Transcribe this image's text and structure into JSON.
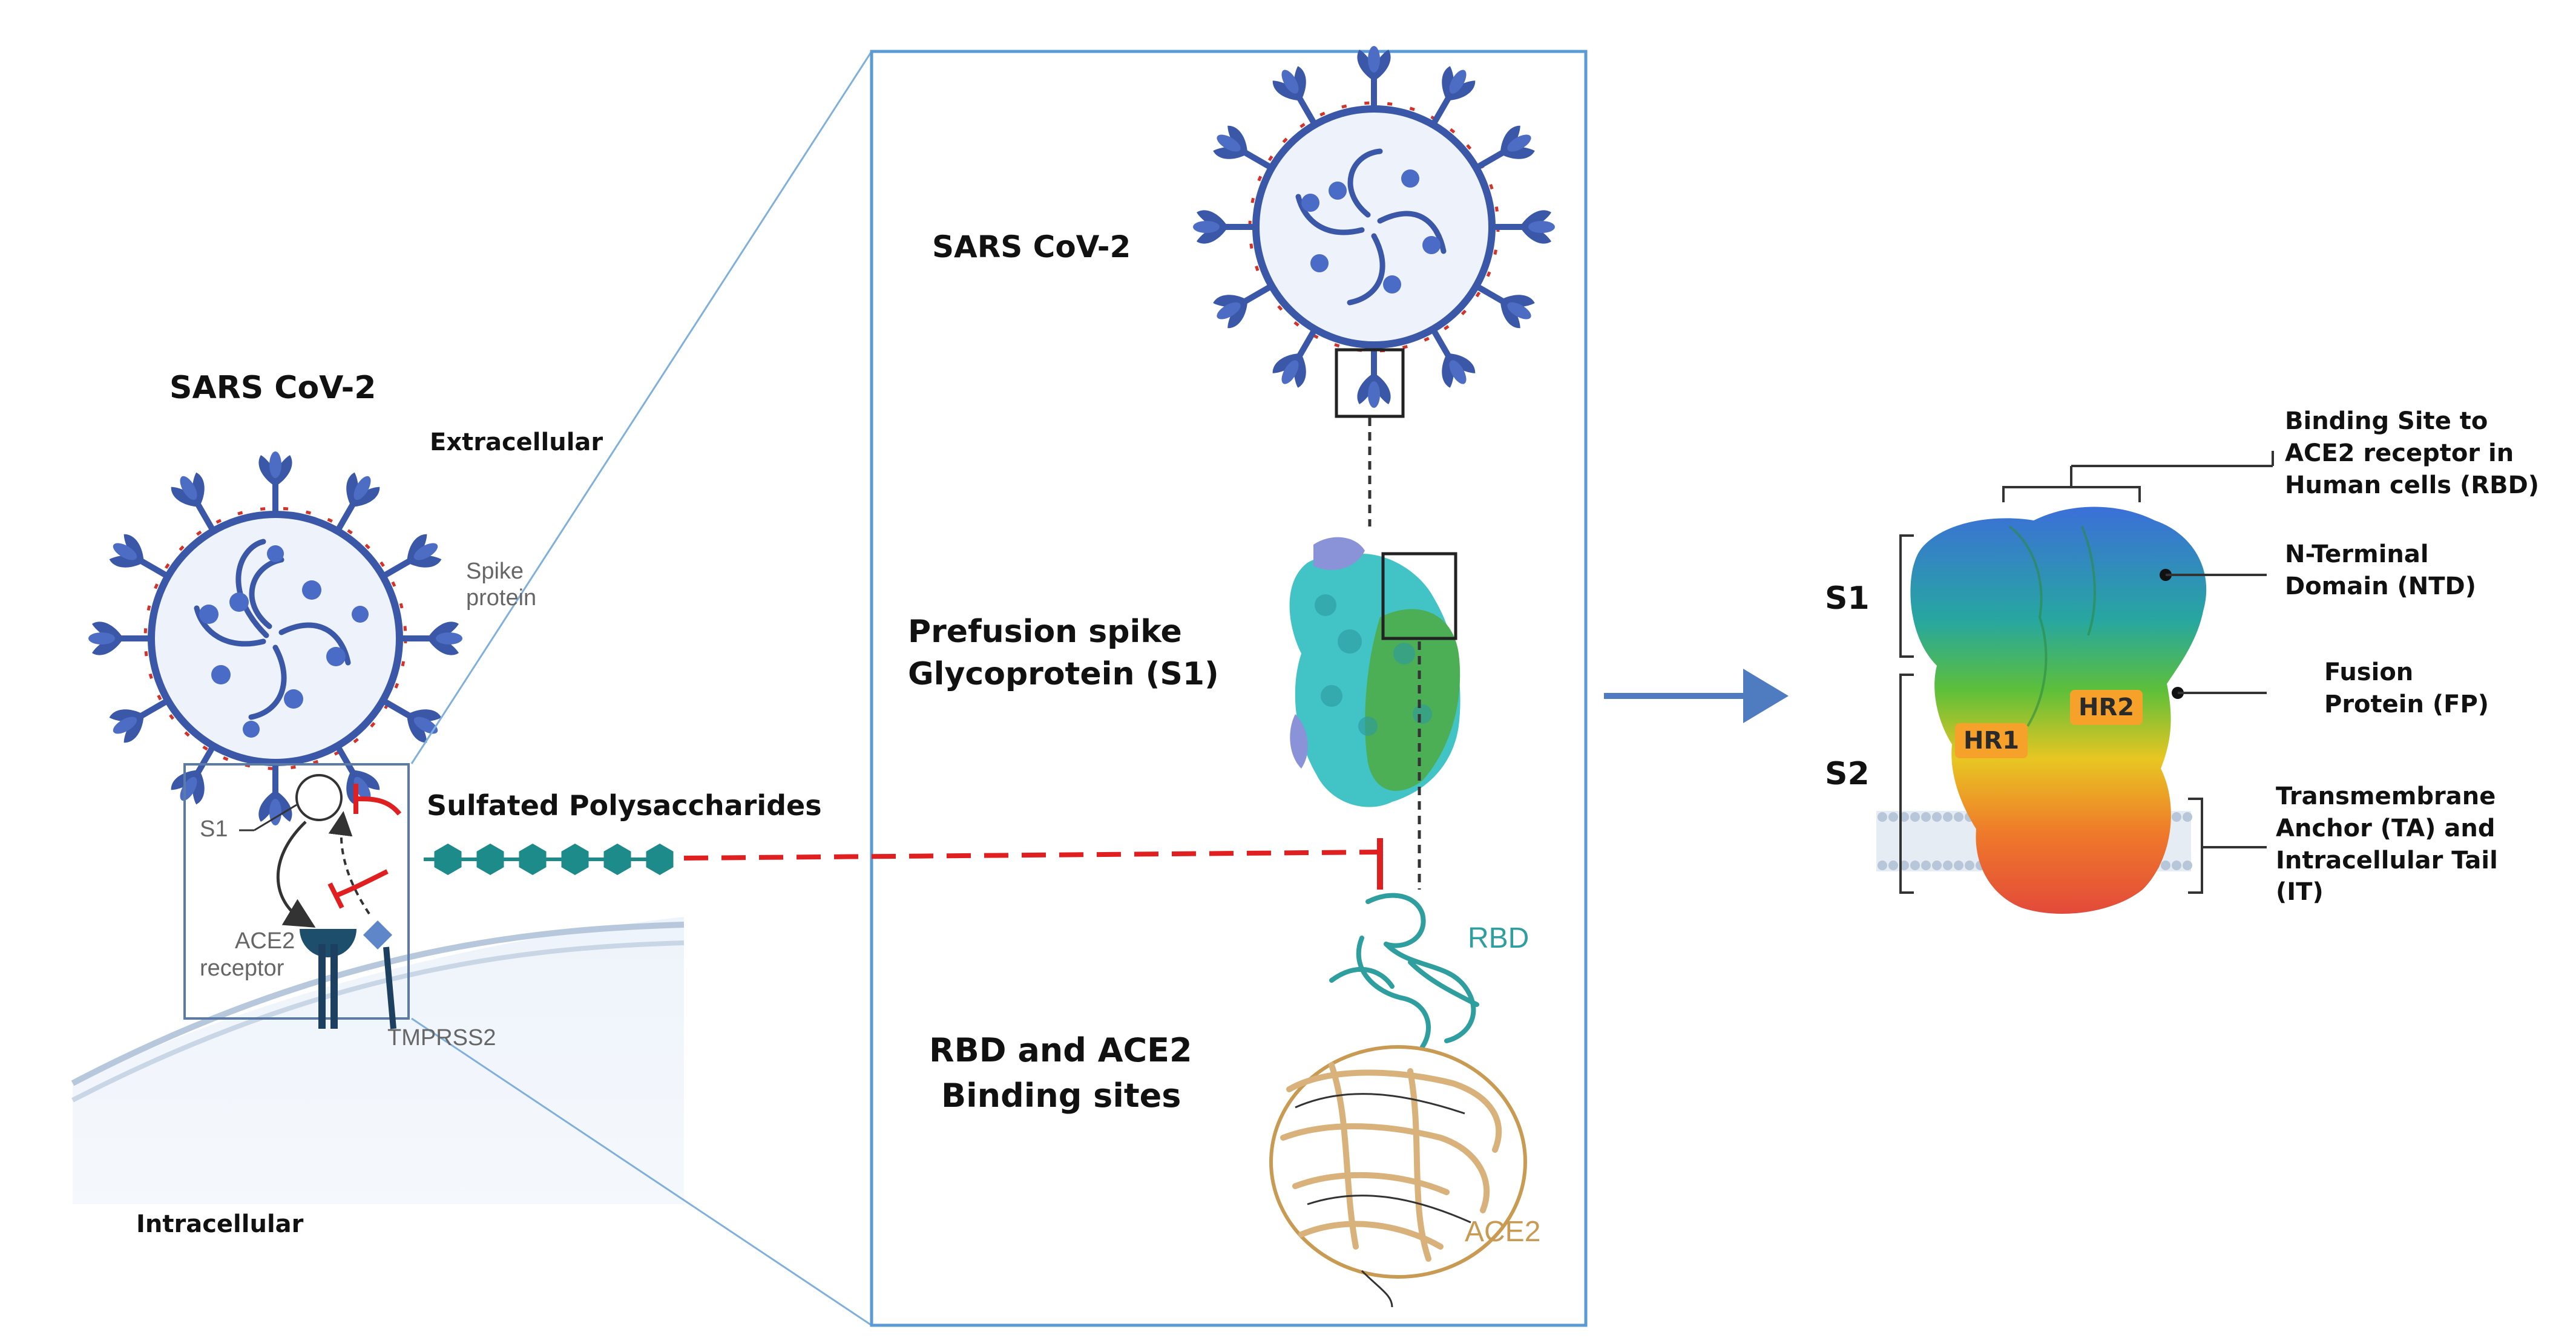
{
  "left": {
    "virus_title": "SARS CoV-2",
    "extracellular": "Extracellular",
    "spike_protein": [
      "Spike",
      "protein"
    ],
    "s1": "S1",
    "ace2_receptor": [
      "ACE2",
      "receptor"
    ],
    "tmprss2": "TMPRSS2",
    "sulfated": "Sulfated Polysaccharides",
    "intracellular": "Intracellular"
  },
  "middle": {
    "virus_title": "SARS CoV-2",
    "prefusion": [
      "Prefusion spike",
      "Glycoprotein (S1)"
    ],
    "rbd_ace2": [
      "RBD and ACE2",
      "Binding sites"
    ],
    "rbd": "RBD",
    "ace2": "ACE2"
  },
  "right": {
    "s1": "S1",
    "s2": "S2",
    "hr1": "HR1",
    "hr2": "HR2",
    "binding_site": [
      "Binding Site to",
      "ACE2 receptor in",
      "Human cells (RBD)"
    ],
    "ntd": [
      "N-Terminal",
      "Domain (NTD)"
    ],
    "fp": [
      "Fusion",
      "Protein (FP)"
    ],
    "ta": [
      "Transmembrane",
      "Anchor (TA) and",
      "Intracellular Tail",
      "(IT)"
    ]
  },
  "colors": {
    "virus_blue": "#3a57a8",
    "envelope_red": "#d2332a",
    "polysaccharide_teal": "#1e8b8b",
    "inhibitor_red": "#e02020",
    "panel_border": "#5a9bd5",
    "rbd_teal": "#2f9e9e",
    "ace2_tan": "#c89a52"
  }
}
